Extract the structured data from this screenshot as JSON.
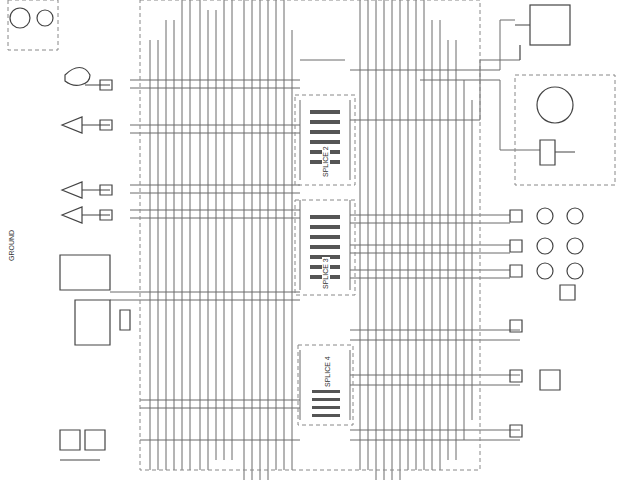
{
  "diagram": {
    "labels": [
      "SPLICE 2",
      "SPLICE 3",
      "SPLICE 4",
      "GROUND"
    ]
  }
}
